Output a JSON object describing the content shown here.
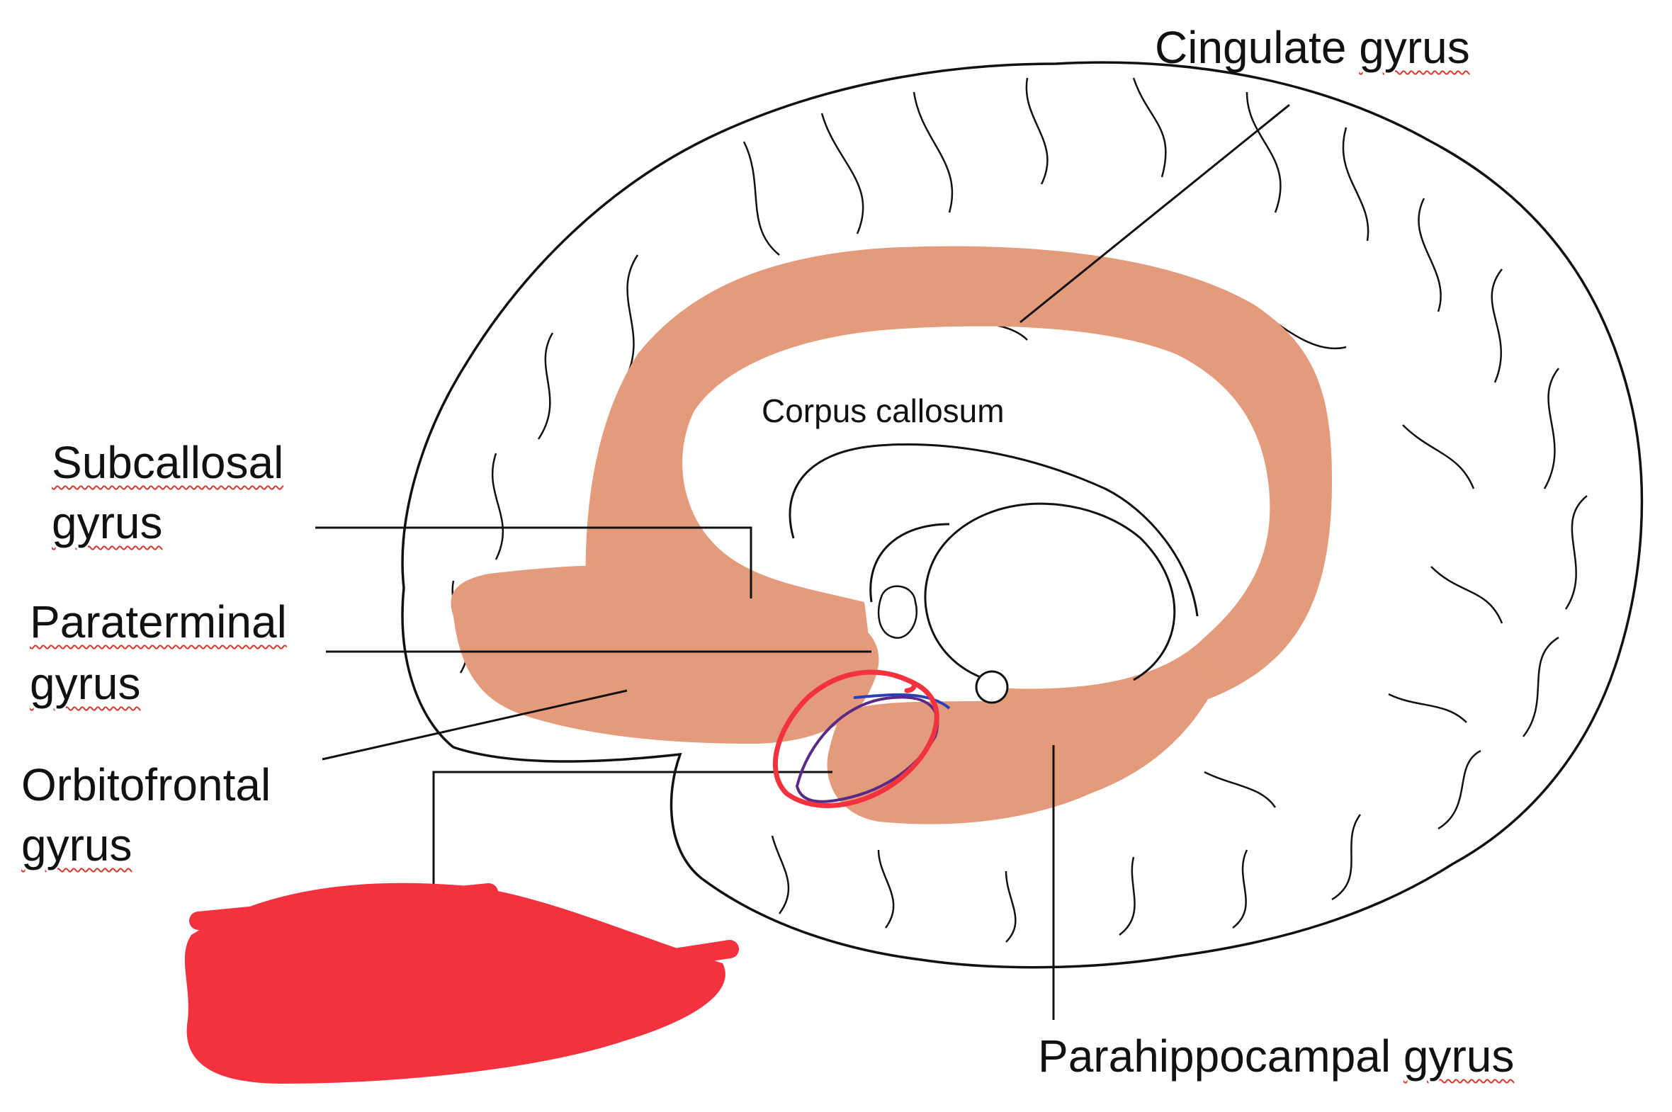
{
  "labels": {
    "cingulate": {
      "word1": "Cingulate",
      "word2": "gyrus"
    },
    "corpus_callosum": "Corpus callosum",
    "subcallosal": {
      "line1": "Subcallosal",
      "line2": "gyrus"
    },
    "paraterminal": {
      "line1": "Paraterminal",
      "line2": "gyrus"
    },
    "orbitofrontal": {
      "line1": "Orbitofrontal",
      "line2": "gyrus"
    },
    "parahippocampal": {
      "word1": "Parahippocampal",
      "word2": "gyrus"
    }
  },
  "colors": {
    "limbic_fill": "#e39b7b",
    "outline": "#111111",
    "annotation_red": "#f2323f",
    "annotation_purple": "#5b2a86",
    "spellcheck_underline": "#d9382c"
  }
}
